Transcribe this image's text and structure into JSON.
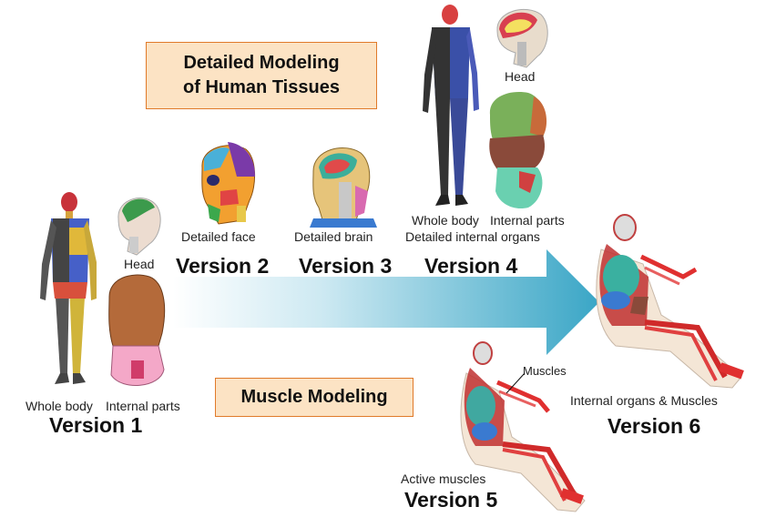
{
  "tissue_box": {
    "line1": "Detailed Modeling",
    "line2": "of Human Tissues"
  },
  "muscle_box": {
    "label": "Muscle Modeling"
  },
  "v1": {
    "version": "Version 1",
    "whole_body": "Whole body",
    "internal_parts": "Internal parts",
    "head": "Head"
  },
  "v2": {
    "version": "Version 2",
    "caption": "Detailed face"
  },
  "v3": {
    "version": "Version 3",
    "caption": "Detailed brain"
  },
  "v4": {
    "version": "Version 4",
    "whole_body": "Whole body",
    "internal_parts": "Internal parts",
    "caption": "Detailed internal organs",
    "head": "Head"
  },
  "v5": {
    "version": "Version 5",
    "caption": "Active muscles",
    "muscles": "Muscles"
  },
  "v6": {
    "version": "Version 6",
    "caption": "Internal organs & Muscles"
  },
  "colors": {
    "box_fill": "#fce3c4",
    "box_border": "#e07a2a",
    "arrow_start": "#ffffff",
    "arrow_end": "#3fa8c8"
  }
}
